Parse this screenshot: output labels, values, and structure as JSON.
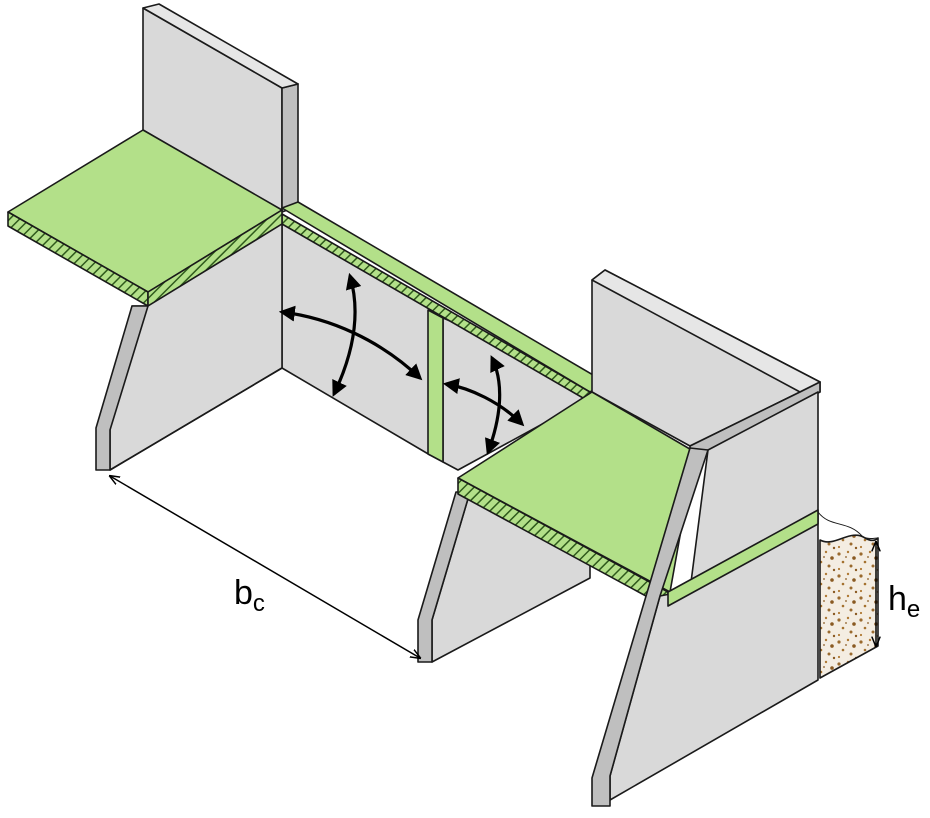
{
  "labels": {
    "bc_base": "b",
    "bc_sub": "c",
    "he_base": "h",
    "he_sub": "e"
  },
  "colors": {
    "wall_face": "#d9d9d9",
    "wall_side": "#bfbfbf",
    "slab_green": "#b3e089",
    "hatch_dark": "#2f5a1c",
    "soil_fill": "#f4ede2",
    "soil_dots": "#9a6a2e",
    "outline": "#1a1a1a"
  }
}
